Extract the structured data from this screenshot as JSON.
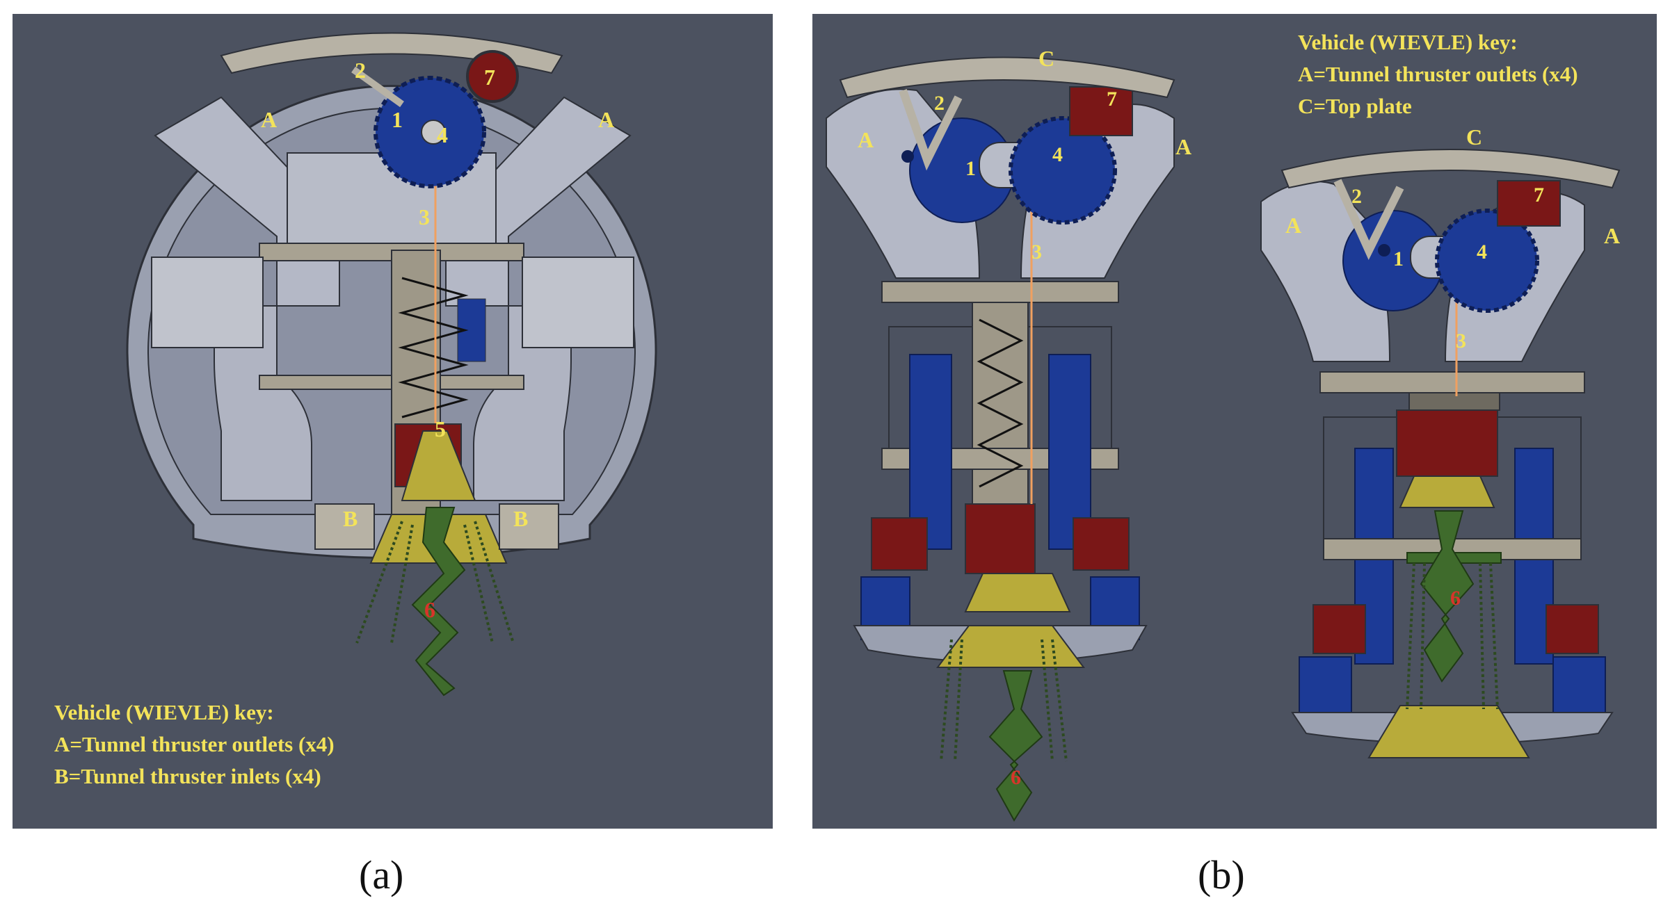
{
  "captions": {
    "a": "(a)",
    "b": "(b)"
  },
  "key_a": {
    "title": "Vehicle (WIEVLE) key:",
    "line1": "A=Tunnel thruster outlets (x4)",
    "line2": "B=Tunnel thruster inlets (x4)"
  },
  "key_b": {
    "title": "Vehicle (WIEVLE) key:",
    "line1": "A=Tunnel thruster outlets (x4)",
    "line2": "C=Top plate"
  },
  "labels": {
    "a_A": "A",
    "b_B": "B",
    "c_C": "C",
    "n1": "1",
    "n2": "2",
    "n3": "3",
    "n4": "4",
    "n5": "5",
    "n6": "6",
    "n7": "7"
  },
  "colors": {
    "background": "#4c5260",
    "label_yellow": "#f3e35a",
    "label_red": "#d8342a",
    "gear_blue": "#1c3a96",
    "motor_red": "#7a1717",
    "auger_green": "#3f6b2c",
    "nozzle_yellow": "#b8ab3a",
    "body_grey": "#a4a8b6",
    "plate_grey": "#b7b2a5",
    "wire_orange": "#f0a060"
  }
}
